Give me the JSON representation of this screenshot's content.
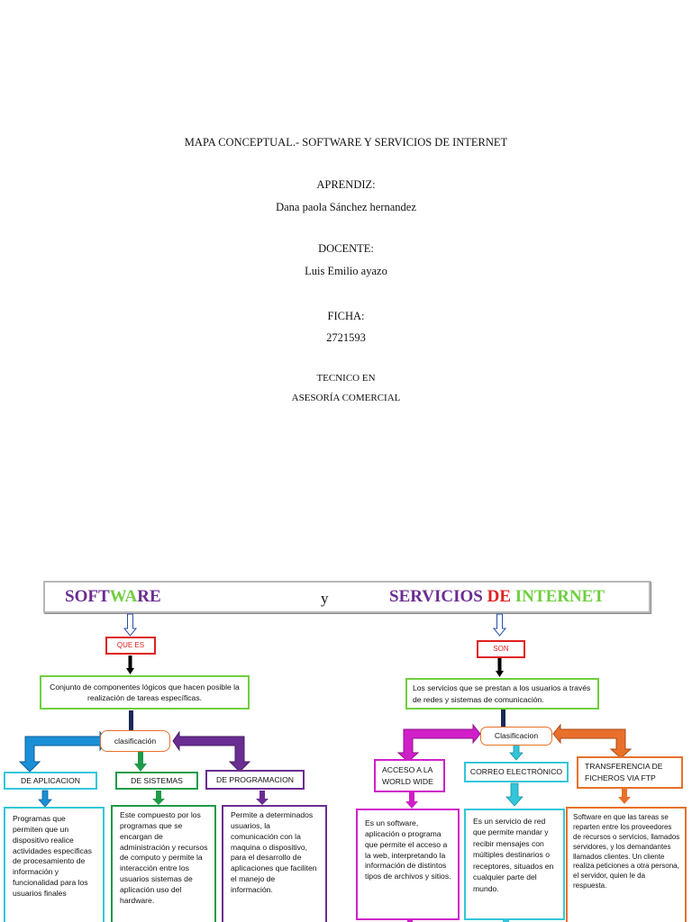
{
  "cover": {
    "title": "MAPA CONCEPTUAL.- SOFTWARE Y SERVICIOS DE INTERNET",
    "apprentice_label": "APRENDIZ:",
    "apprentice_name": "Dana paola Sánchez hernandez",
    "teacher_label": "DOCENTE:",
    "teacher_name": "Luis Emilio ayazo",
    "ficha_label": "FICHA:",
    "ficha_number": "2721593",
    "program_line1": "TECNICO EN",
    "program_line2": "ASESORÍA COMERCIAL"
  },
  "map": {
    "banner": {
      "software_parts": [
        "SOFT",
        "WA",
        "RE"
      ],
      "connector": "y",
      "services_parts": [
        "SERVICIOS",
        "DE",
        "INTERNET"
      ]
    },
    "software": {
      "link_label": "QUE ES",
      "definition": "Conjunto de componentes lógicos que hacen posible la realización de tareas específicas.",
      "classification_label": "clasificación",
      "types": [
        {
          "label": "DE APLICACION",
          "description": "Programas que permiten que un dispositivo realice actividades especificas de procesamiento de información y funcionalidad para los usuarios finales"
        },
        {
          "label": "DE SISTEMAS",
          "description": "Este compuesto por los programas que se encargan de administración y recursos de computo y permite la interacción entre los usuarios sistemas de aplicación uso del hardware."
        },
        {
          "label": "DE PROGRAMACION",
          "description": "Permite a determinados usuarios, la comunicación con la maquina o dispositivo, para el desarrollo de aplicaciones que faciliten el manejo de información."
        }
      ]
    },
    "services": {
      "link_label": "SON",
      "definition": "Los servicios que se prestan a los usuarios a través de redes y sistemas de comunicación.",
      "classification_label": "Clasificacion",
      "types": [
        {
          "label": "ACCESO A LA WORLD WIDE",
          "description": "Es un software, aplicación o programa que permite el acceso a la web, interpretando la información de distintos tipos de archivos y sitios."
        },
        {
          "label": "CORREO ELECTRÓNICO",
          "description": "Es un servicio de red que permite mandar y recibir mensajes con múltiples destinarios o receptores, situados en cualquier parte del mundo."
        },
        {
          "label": "TRANSFERENCIA DE FICHEROS VIA FTP",
          "description": "Software en que las tareas se reparten entre los proveedores de recursos o servicios, llamados servidores, y los demandantes llamados clientes. Un cliente realiza peticiones a otra persona, el servidor, quien le da respuesta."
        }
      ]
    },
    "colors": {
      "purple": "#6a2d91",
      "green": "#6fcf3f",
      "red": "#e02020",
      "blue": "#1b8fd6",
      "dark_green": "#1f9a4a",
      "orange": "#e8702a",
      "magenta": "#d01fc9",
      "cyan": "#33c6da",
      "navy": "#1a2a55"
    }
  }
}
